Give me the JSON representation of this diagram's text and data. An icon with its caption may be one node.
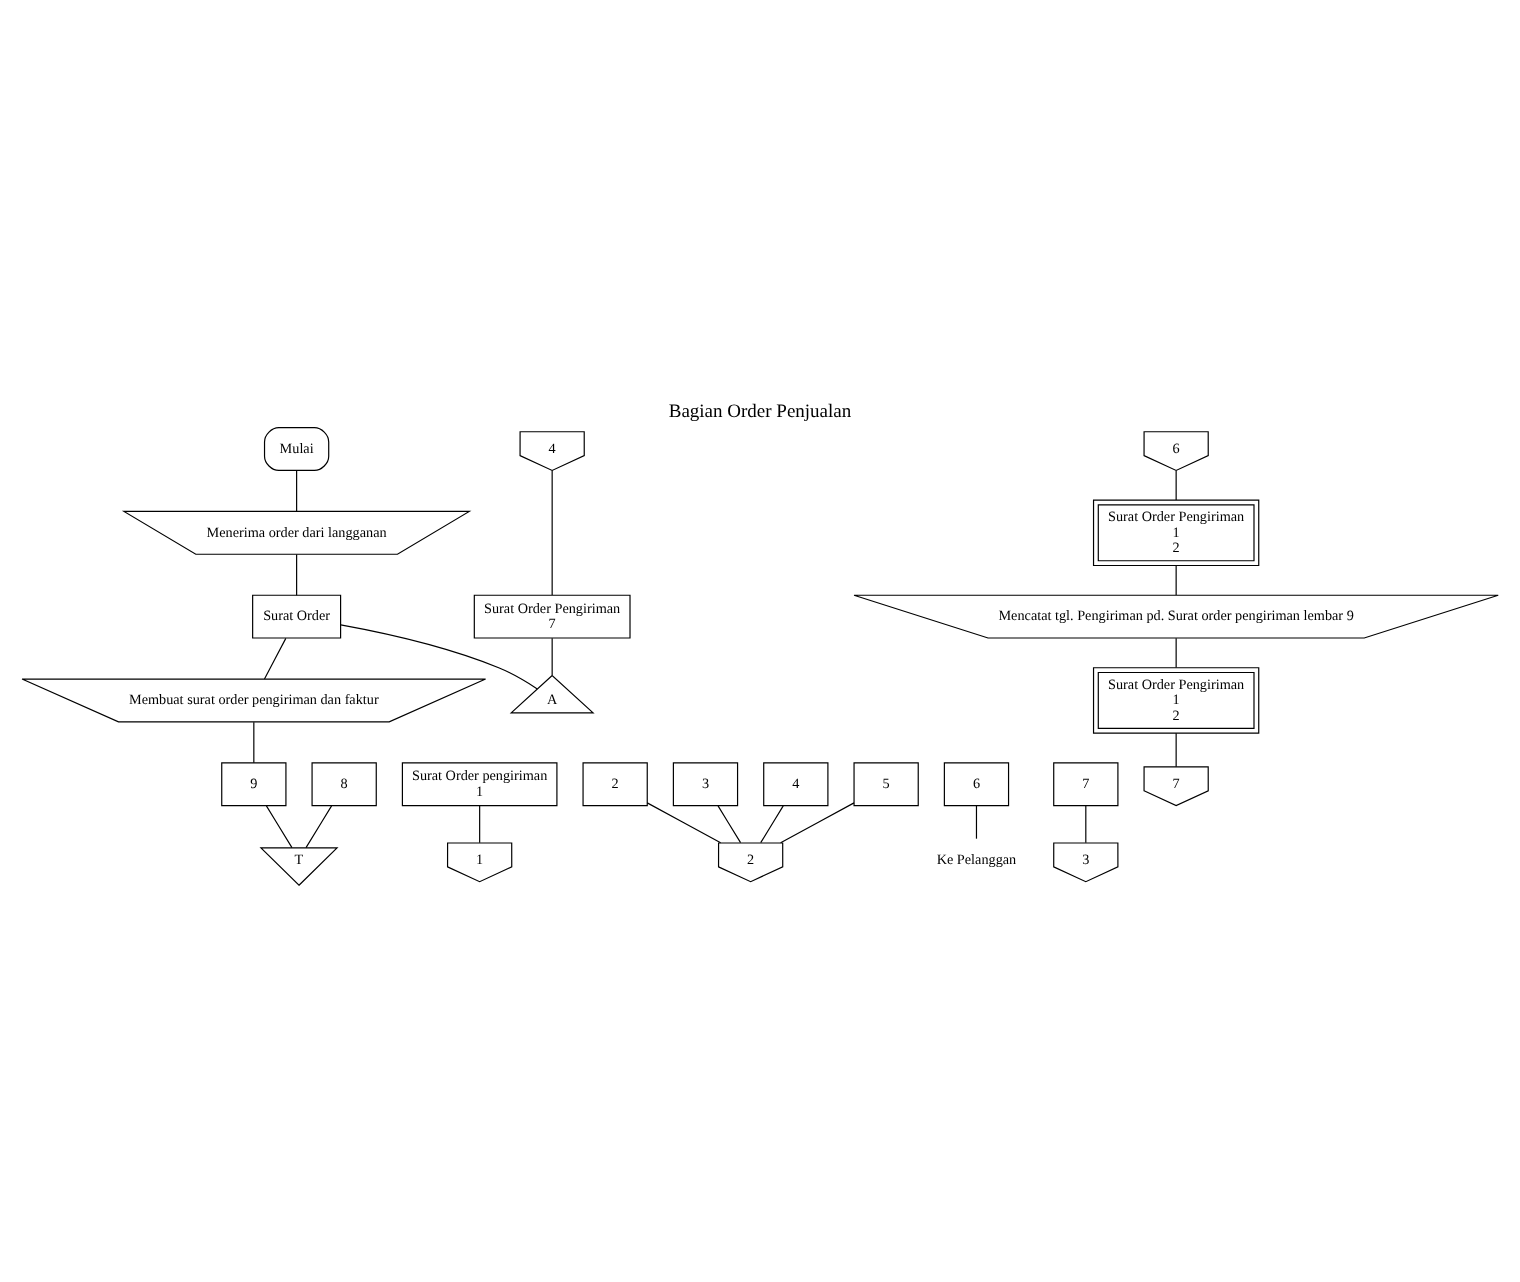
{
  "diagram": {
    "title": "Bagian Order Penjualan",
    "nodes": [
      {
        "text": [
          "Mulai"
        ]
      },
      {
        "text": [
          "Menerima order dari langganan"
        ]
      },
      {
        "text": [
          "Surat Order"
        ]
      },
      {
        "text": [
          "Membuat surat order pengiriman dan faktur"
        ]
      },
      {
        "text": [
          "Surat Order pengiriman",
          "1"
        ]
      },
      {
        "text": [
          "2"
        ]
      },
      {
        "text": [
          "3"
        ]
      },
      {
        "text": [
          "4"
        ]
      },
      {
        "text": [
          "5"
        ]
      },
      {
        "text": [
          "6"
        ]
      },
      {
        "text": [
          "7"
        ]
      },
      {
        "text": [
          "8"
        ]
      },
      {
        "text": [
          "9"
        ]
      },
      {
        "text": [
          "1"
        ]
      },
      {
        "text": [
          "2"
        ]
      },
      {
        "text": [
          "Ke Pelanggan"
        ]
      },
      {
        "text": [
          "3"
        ]
      },
      {
        "text": [
          "A"
        ]
      },
      {
        "text": [
          "T"
        ]
      },
      {
        "text": [
          "4"
        ]
      },
      {
        "text": [
          "Surat Order Pengiriman",
          "7"
        ]
      },
      {
        "text": [
          "6"
        ]
      },
      {
        "text": [
          "Surat Order Pengiriman",
          "1",
          "2"
        ]
      },
      {
        "text": [
          "Mencatat tgl. Pengiriman pd. Surat order pengiriman lembar 9"
        ]
      },
      {
        "text": [
          "Surat Order Pengiriman",
          "1",
          "2"
        ]
      },
      {
        "text": [
          "7"
        ]
      }
    ],
    "edges": [
      {
        "from": 0,
        "to": 1,
        "arrow": "none"
      },
      {
        "from": 1,
        "to": 2,
        "arrow": "none"
      },
      {
        "from": 2,
        "to": 3,
        "arrow": "none"
      },
      {
        "from": 3,
        "to": 12,
        "arrow": "none"
      },
      {
        "from": 2,
        "to": 17,
        "arrow": "none"
      },
      {
        "from": 19,
        "to": 20,
        "arrow": "none"
      },
      {
        "from": 20,
        "to": 17,
        "arrow": "none"
      },
      {
        "from": 4,
        "to": 13,
        "arrow": "none"
      },
      {
        "from": 5,
        "to": 14,
        "arrow": "none"
      },
      {
        "from": 6,
        "to": 14,
        "arrow": "none"
      },
      {
        "from": 7,
        "to": 14,
        "arrow": "none"
      },
      {
        "from": 8,
        "to": 14,
        "arrow": "none"
      },
      {
        "from": 9,
        "to": 15,
        "arrow": "none"
      },
      {
        "from": 10,
        "to": 16,
        "arrow": "none"
      },
      {
        "from": 11,
        "to": 18,
        "arrow": "none"
      },
      {
        "from": 12,
        "to": 18,
        "arrow": "none"
      },
      {
        "from": 21,
        "to": 22,
        "arrow": "none"
      },
      {
        "from": 22,
        "to": 23,
        "arrow": "none"
      },
      {
        "from": 23,
        "to": 24,
        "arrow": "none"
      },
      {
        "from": 24,
        "to": 25,
        "arrow": "none"
      }
    ]
  }
}
